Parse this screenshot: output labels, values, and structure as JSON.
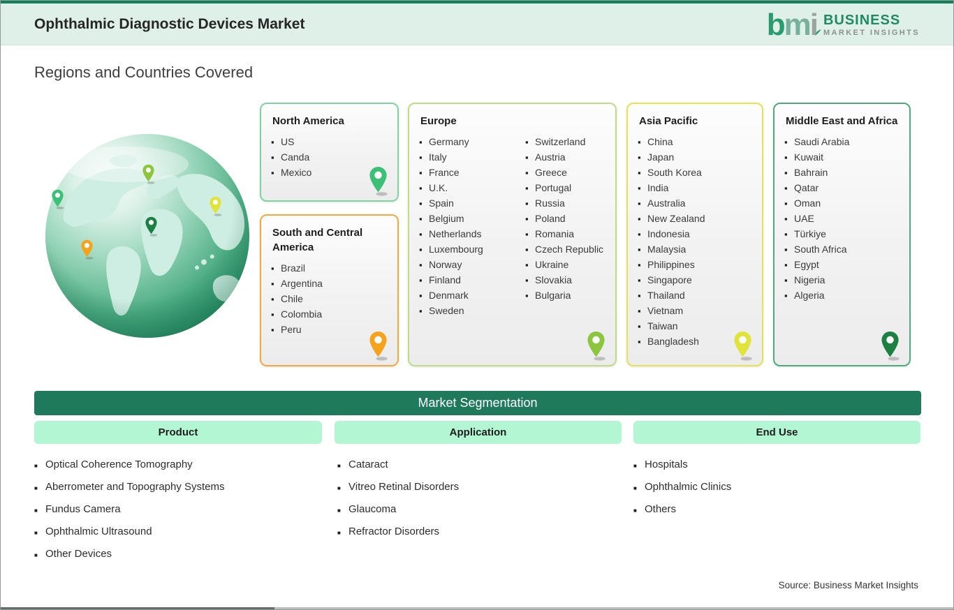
{
  "header": {
    "title": "Ophthalmic Diagnostic Devices Market",
    "logo": {
      "mark": "bmi",
      "name_line1": "BUSINESS",
      "name_line2": "MARKET INSIGHTS"
    }
  },
  "section_title": "Regions and Countries Covered",
  "regions": [
    {
      "name": "North America",
      "countries": [
        "US",
        "Canda",
        "Mexico"
      ],
      "border_color": "#7fd39f",
      "pin_color": "#3cbf77"
    },
    {
      "name": "South and Central America",
      "countries": [
        "Brazil",
        "Argentina",
        "Chile",
        "Colombia",
        "Peru"
      ],
      "border_color": "#f3aa3d",
      "pin_color": "#f5a31d"
    },
    {
      "name": "Europe",
      "col1": [
        "Germany",
        "Italy",
        "France",
        "U.K.",
        "Spain",
        "Belgium",
        "Netherlands",
        "Luxembourg",
        "Norway",
        "Finland",
        "Denmark",
        "Sweden"
      ],
      "col2": [
        "Switzerland",
        "Austria",
        "Greece",
        "Portugal",
        "Russia",
        "Poland",
        "Romania",
        "Czech Republic",
        "Ukraine",
        "Slovakia",
        "Bulgaria"
      ],
      "border_color": "#bedc85",
      "pin_color": "#8cc63f"
    },
    {
      "name": "Asia Pacific",
      "countries": [
        "China",
        "Japan",
        "South Korea",
        "India",
        "Australia",
        "New Zealand",
        "Indonesia",
        "Malaysia",
        "Philippines",
        "Singapore",
        "Thailand",
        "Vietnam",
        "Taiwan",
        "Bangladesh"
      ],
      "border_color": "#e6e34f",
      "pin_color": "#e0e339"
    },
    {
      "name": "Middle East and Africa",
      "countries": [
        "Saudi Arabia",
        "Kuwait",
        "Bahrain",
        "Qatar",
        "Oman",
        "UAE",
        "Türkiye",
        "South Africa",
        "Egypt",
        "Nigeria",
        "Algeria"
      ],
      "border_color": "#52a97e",
      "pin_color": "#1d8043"
    }
  ],
  "segmentation": {
    "title": "Market Segmentation",
    "columns": [
      {
        "header": "Product",
        "items": [
          "Optical Coherence Tomography",
          "Aberrometer and Topography Systems",
          "Fundus Camera",
          "Ophthalmic Ultrasound",
          "Other Devices"
        ]
      },
      {
        "header": "Application",
        "items": [
          "Cataract",
          "Vitreo Retinal Disorders",
          "Glaucoma",
          "Refractor Disorders"
        ]
      },
      {
        "header": "End Use",
        "items": [
          "Hospitals",
          "Ophthalmic Clinics",
          "Others"
        ]
      }
    ]
  },
  "source_note": "Source: Business Market Insights",
  "colors": {
    "top_bar": "#11805C",
    "header_bg": "#DEF0E8",
    "seg_bar_bg": "#1E7A5A",
    "seg_header_bg": "#B3F6D3",
    "logo_green": "#2A9A70",
    "logo_gray": "#8B918E",
    "globe_ocean": "#2F9A6F",
    "globe_land": "#CFEEE3"
  }
}
